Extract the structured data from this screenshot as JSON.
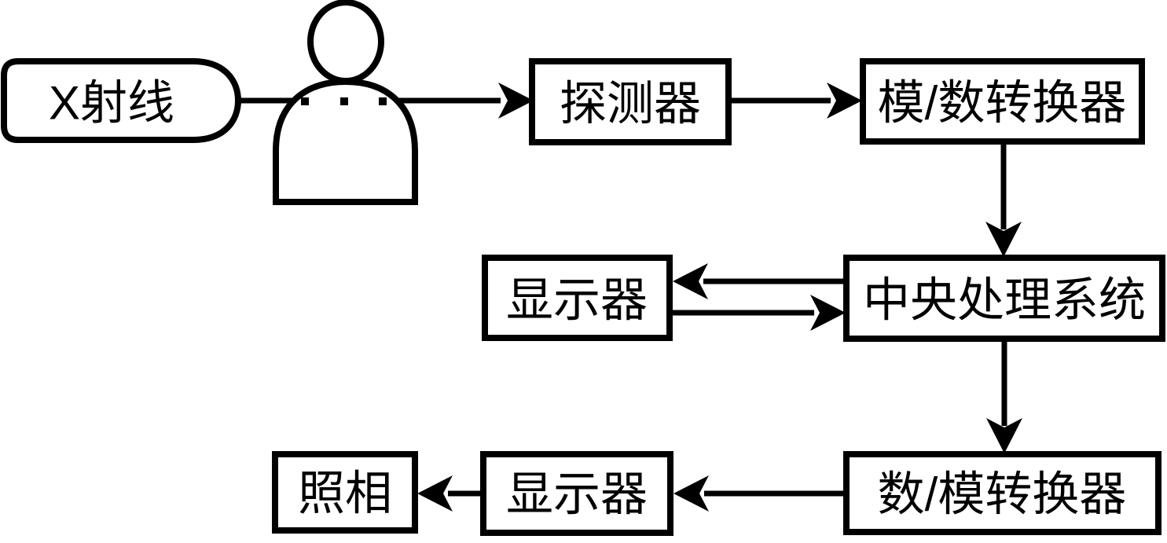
{
  "diagram": {
    "description": "X-ray digital imaging system flowchart",
    "colors": {
      "stroke": "#000000",
      "background": "#ffffff",
      "text": "#000000"
    },
    "nodes": {
      "xray": {
        "label": "X射线",
        "shape": "capsule"
      },
      "patient": {
        "icon": "person-icon"
      },
      "detector": {
        "label": "探测器",
        "shape": "rect"
      },
      "adc": {
        "label": "模/数转换器",
        "shape": "rect"
      },
      "cpu": {
        "label": "中央处理系统",
        "shape": "rect"
      },
      "display_main": {
        "label": "显示器",
        "shape": "rect"
      },
      "dac": {
        "label": "数/模转换器",
        "shape": "rect"
      },
      "display_photo": {
        "label": "显示器",
        "shape": "rect"
      },
      "photo": {
        "label": "照相",
        "shape": "rect"
      }
    },
    "edges": [
      {
        "from": "xray",
        "to": "patient",
        "arrow": false
      },
      {
        "from": "patient",
        "to": "detector",
        "arrow": true
      },
      {
        "from": "detector",
        "to": "adc",
        "arrow": true
      },
      {
        "from": "adc",
        "to": "cpu",
        "arrow": true
      },
      {
        "from": "cpu",
        "to": "display_main",
        "arrow": true
      },
      {
        "from": "display_main",
        "to": "cpu",
        "arrow": true
      },
      {
        "from": "cpu",
        "to": "dac",
        "arrow": true
      },
      {
        "from": "dac",
        "to": "display_photo",
        "arrow": true
      },
      {
        "from": "display_photo",
        "to": "photo",
        "arrow": true
      }
    ]
  }
}
